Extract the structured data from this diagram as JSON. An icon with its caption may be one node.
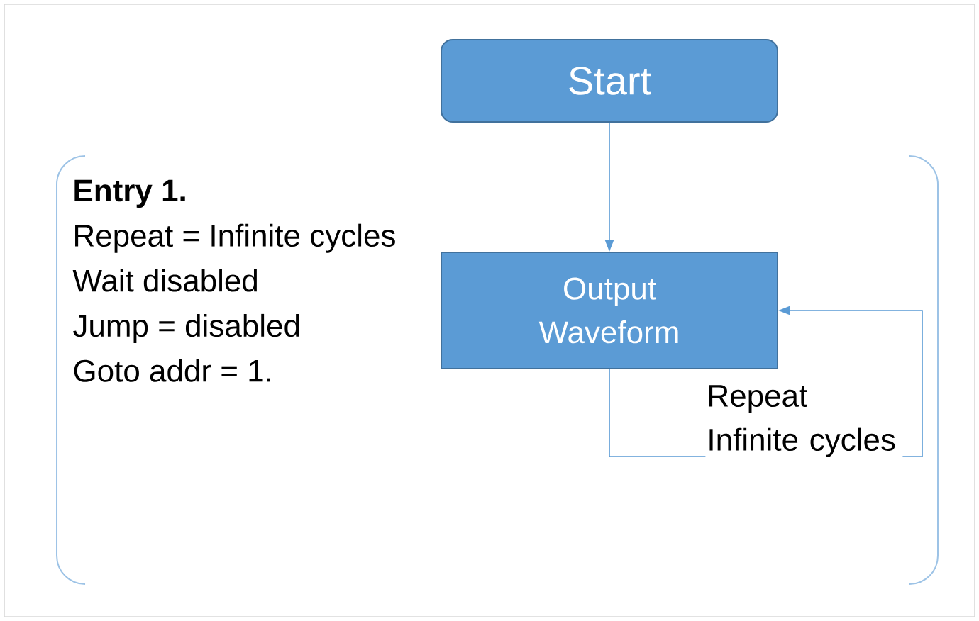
{
  "diagram": {
    "nodes": [
      {
        "text": [
          "Start"
        ]
      },
      {
        "text": [
          "Output Waveform"
        ]
      }
    ],
    "edges": [
      {
        "from": 0,
        "to": 1,
        "arrow": "to"
      },
      {
        "from": 1,
        "to": 1,
        "arrow": "to",
        "label": "Repeat Infinite cycles"
      }
    ],
    "labels": [
      "Entry 1.",
      "Repeat = Infinite cycles",
      "Wait disabled",
      "Jump = disabled",
      "Goto addr = 1."
    ]
  }
}
